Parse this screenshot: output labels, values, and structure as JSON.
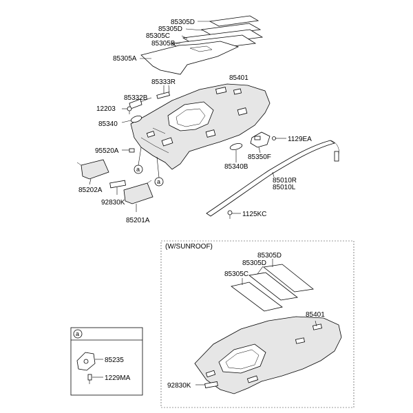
{
  "labels": {
    "p85305D_a": "85305D",
    "p85305D_b": "85305D",
    "p85305C": "85305C",
    "p85305B": "85305B",
    "p85305A": "85305A",
    "p85333R": "85333R",
    "p85401": "85401",
    "p85332B": "85332B",
    "p12203": "12203",
    "p85340": "85340",
    "p1129EA": "1129EA",
    "p95520A": "95520A",
    "p85350F": "85350F",
    "p85340B": "85340B",
    "p85010R": "85010R",
    "p85010L": "85010L",
    "p85202A": "85202A",
    "p92830K": "92830K",
    "p85201A": "85201A",
    "p1125KC": "1125KC",
    "callout_a1": "a",
    "callout_a2": "a"
  },
  "sunroof": {
    "title": "(W/SUNROOF)",
    "p85305D_a": "85305D",
    "p85305D_b": "85305D",
    "p85305C": "85305C",
    "p85401": "85401",
    "p92830K": "92830K"
  },
  "detail_a": {
    "header": "a",
    "p85235": "85235",
    "p1229MA": "1229MA"
  }
}
